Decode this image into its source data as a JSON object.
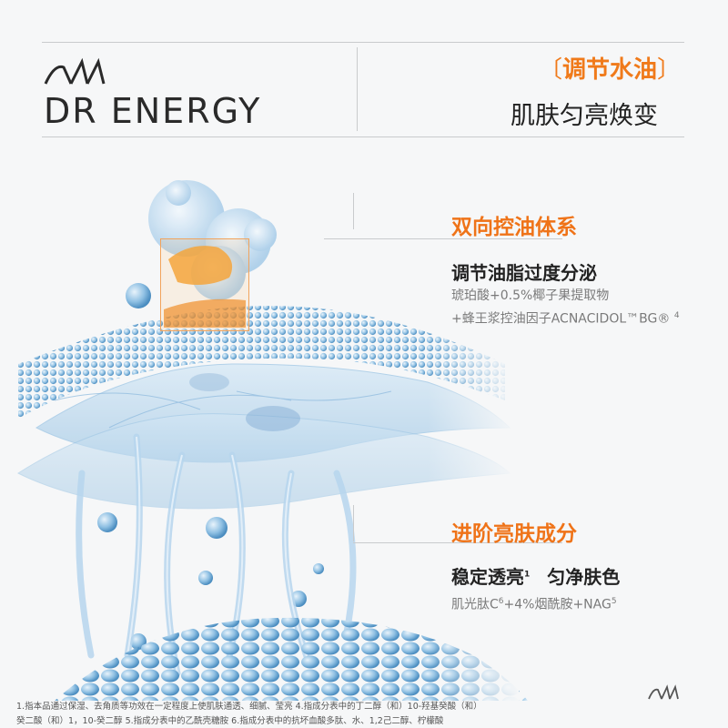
{
  "brand": {
    "name": "DR ENERGY",
    "logo_icon": "brand-mark-icon"
  },
  "header": {
    "tag": "调节水油",
    "tag_open": "〔",
    "tag_close": "〕",
    "subtitle": "肌肤匀亮焕变"
  },
  "section1": {
    "title": "双向控油体系",
    "main": "调节油脂过度分泌",
    "sub_line1": "琥珀酸+0.5%椰子果提取物",
    "sub_line2": "+蜂王浆控油因子ACNACIDOL™BG®",
    "sub_line2_sup": "4"
  },
  "section2": {
    "title": "进阶亮肤成分",
    "main": "稳定透亮",
    "main_sup": "1",
    "main2": "匀净肤色",
    "sub_a": "肌光肽C",
    "sub_a_sup": "6",
    "sub_b": "+4%烟酰胺+NAG",
    "sub_b_sup": "5"
  },
  "footnotes": {
    "line1": "1.指本品通过保湿、去角质等功效在一定程度上使肌肤通透、细腻、莹亮  4.指成分表中的丁二醇（和）10-羟基癸酸（和）",
    "line2": "癸二酸（和）1，10-癸二醇   5.指成分表中的乙酰壳糖胺 6.指成分表中的抗坏血酸多肽、水、1,2己二醇、柠檬酸"
  },
  "colors": {
    "accent": "#ef7318",
    "skin_blue": "#7fb3d9",
    "background": "#f6f7f8"
  }
}
